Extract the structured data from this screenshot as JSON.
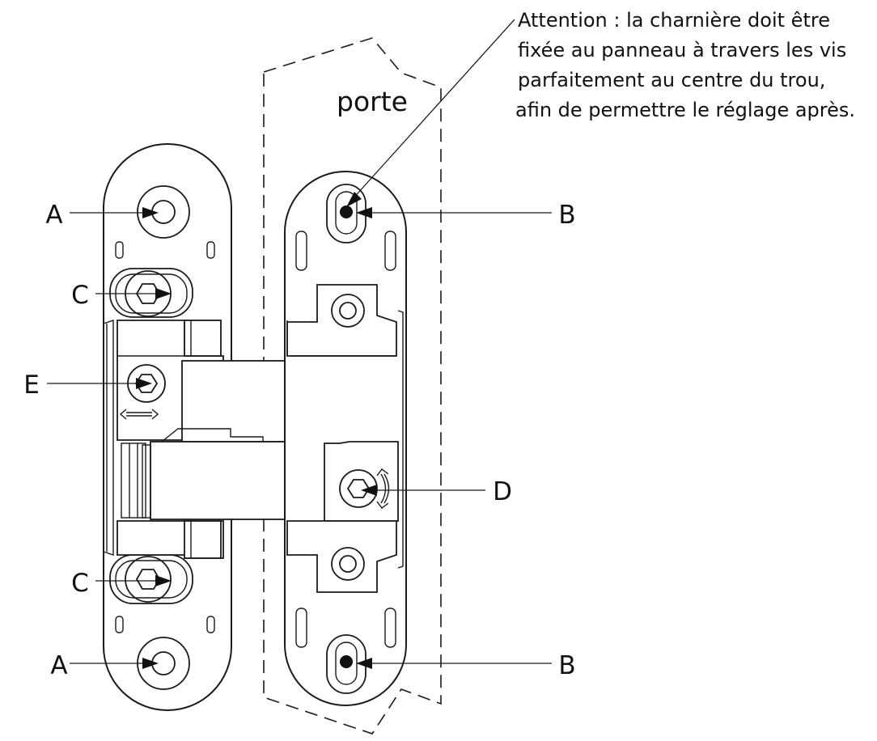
{
  "diagram": {
    "door_label": "porte",
    "note_lines": [
      "Attention : la charnière doit être",
      "fixée au panneau à travers les vis",
      "parfaitement au centre du trou,",
      "afin de permettre le réglage après."
    ],
    "callouts": {
      "a_top": "A",
      "a_bottom": "A",
      "b_top": "B",
      "b_bottom": "B",
      "c_top": "C",
      "c_bottom": "C",
      "d": "D",
      "e": "E"
    }
  }
}
